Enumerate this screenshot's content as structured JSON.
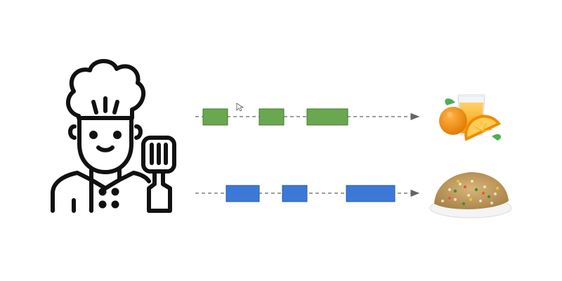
{
  "colors": {
    "background": "#ffffff",
    "icon_stroke": "#111111",
    "task_green_fill": "#6aa84f",
    "task_green_border": "#3f7a2f",
    "task_blue_fill": "#3c78d8",
    "task_blue_border": "#2a5aa8",
    "arrow_line": "#666666",
    "juice": "#f7a21b",
    "orange_peel": "#f08c00",
    "leaf": "#4caf50",
    "plate": "#f4f4f4",
    "rice": "#c9a46a"
  },
  "icons": {
    "chef": "chef-icon",
    "spatula": "spatula-icon",
    "cursor": "mouse-cursor-icon",
    "orange_juice": "orange-juice-icon",
    "fried_rice": "fried-rice-icon"
  },
  "pipelines": [
    {
      "name": "juice-pipeline",
      "task_color": "green",
      "output": "orange_juice",
      "task_count": 3
    },
    {
      "name": "rice-pipeline",
      "task_color": "blue",
      "output": "fried_rice",
      "task_count": 3
    }
  ]
}
